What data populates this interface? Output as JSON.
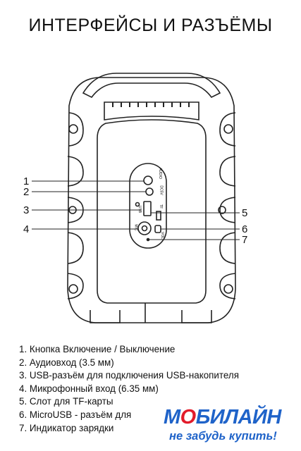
{
  "title": "ИНТЕРФЕЙСЫ И РАЗЪЁМЫ",
  "callouts": [
    "1",
    "2",
    "3",
    "4",
    "5",
    "6",
    "7"
  ],
  "panel_labels": {
    "audio": "AUDIO",
    "dc": "DC5V",
    "usb": "USB",
    "tf": "TF",
    "mic": "MIC",
    "vol": "VOL"
  },
  "legend": [
    "1. Кнопка Включение / Выключение",
    "2. Аудиовход (3.5 мм)",
    "3. USB-разъём для подключения USB-накопителя",
    "4. Микрофонный вход (6.35 мм)",
    "5. Слот для TF-карты",
    "6. MicroUSB - разъём для",
    "7. Индикатор зарядки"
  ],
  "logo": {
    "brand_prefix": "М",
    "brand_o": "О",
    "brand_rest": "БИЛАЙН",
    "slogan": "не забудь купить!"
  }
}
